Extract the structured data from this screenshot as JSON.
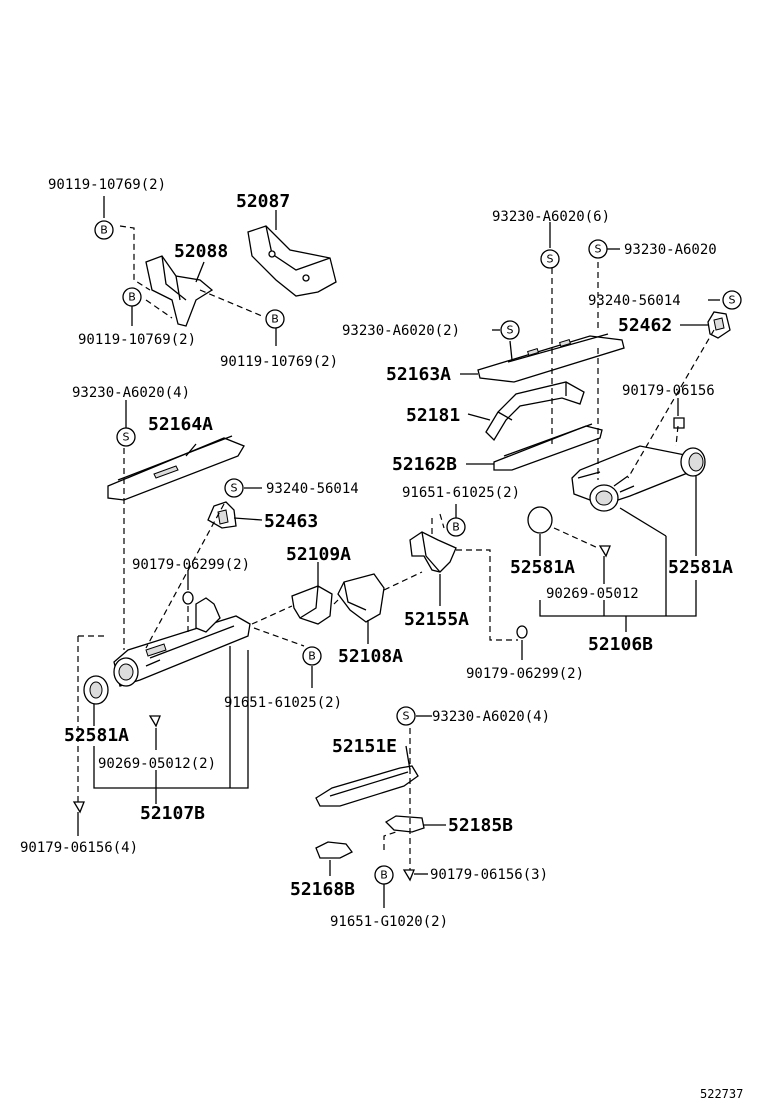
{
  "labels": {
    "p90119_10769_2_top": "90119-10769(2)",
    "p52087": "52087",
    "p52088": "52088",
    "p90119_10769_2_left": "90119-10769(2)",
    "p90119_10769_2_right": "90119-10769(2)",
    "p93230_A6020_6": "93230-A6020(6)",
    "p93230_A6020": "93230-A6020",
    "p93240_56014_top": "93240-56014",
    "p52462": "52462",
    "p93230_A6020_2": "93230-A6020(2)",
    "p52163A": "52163A",
    "p90179_06156": "90179-06156",
    "p93230_A6020_4_left": "93230-A6020(4)",
    "p52181": "52181",
    "p52164A": "52164A",
    "p52162B": "52162B",
    "p93240_56014_mid": "93240-56014",
    "p91651_61025_2_top": "91651-61025(2)",
    "p52463": "52463",
    "p90179_06299_2_left": "90179-06299(2)",
    "p52109A": "52109A",
    "p52581A_mid": "52581A",
    "p52581A_right": "52581A",
    "p90269_05012": "90269-05012",
    "p52155A": "52155A",
    "p52106B": "52106B",
    "p52108A": "52108A",
    "p90179_06299_2_right": "90179-06299(2)",
    "p91651_61025_2_bottom": "91651-61025(2)",
    "p93230_A6020_4_bottom": "93230-A6020(4)",
    "p52581A_left": "52581A",
    "p52151E": "52151E",
    "p90269_05012_2": "90269-05012(2)",
    "p52107B": "52107B",
    "p52185B": "52185B",
    "p90179_06156_4": "90179-06156(4)",
    "p52168B": "52168B",
    "p90179_06156_3": "90179-06156(3)",
    "p91651_G1020_2": "91651-G1020(2)"
  },
  "symbols": {
    "bolt": "B",
    "screw": "S"
  },
  "diagram_id": "522737"
}
